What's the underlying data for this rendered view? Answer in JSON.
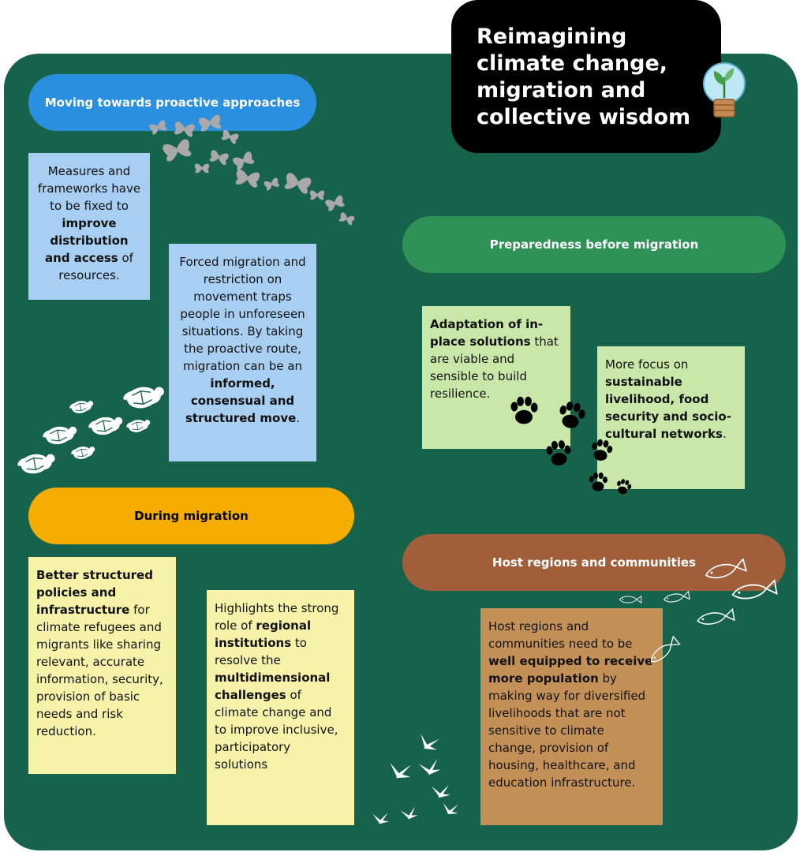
{
  "title": "Reimagining climate change,\n migration and collective wisdom",
  "colors": {
    "board": "#17624a",
    "proactive": "#2b8fe0",
    "preparedness": "#2e9256",
    "during": "#f6ad02",
    "host": "#a05f3a"
  },
  "icons": [
    "lightbulb-plant-icon",
    "butterfly-icon",
    "turtle-icon",
    "paw-print-icon",
    "fish-icon",
    "bird-icon"
  ],
  "sections": {
    "proactive": {
      "heading": "Moving towards proactive approaches",
      "note1": {
        "a": "Measures and frameworks have to be fixed to ",
        "b": "improve distribution and access",
        "c": " of resources."
      },
      "note2": {
        "a": "Forced migration and restriction on movement traps people in unforeseen situations. By taking the proactive route, migration can be an ",
        "b": "informed, consensual and structured move",
        "c": "."
      }
    },
    "preparedness": {
      "heading": "Preparedness before migration",
      "note1": {
        "b": "Adaptation of in-place solutions",
        "c": " that are viable and sensible to build resilience."
      },
      "note2": {
        "a": "More focus on ",
        "b": "sustainable livelihood, food security and socio-cultural networks",
        "c": "."
      }
    },
    "during": {
      "heading": "During migration",
      "note1": {
        "b": "Better structured policies and infrastructure",
        "c": " for climate refugees and migrants like sharing relevant, accurate information, security, provision of basic needs and risk reduction."
      },
      "note2": {
        "a": "Highlights the strong role of ",
        "b1": "regional institutions",
        "m": " to resolve the ",
        "b2": "multidimensional challenges",
        "c": " of climate change and to improve inclusive, participatory solutions"
      }
    },
    "host": {
      "heading": "Host regions and communities",
      "note1": {
        "a": " Host regions and communities need to be ",
        "b": "well equipped to receive more population",
        "c": " by making way for diversified livelihoods that are not sensitive to climate change, provision of housing, healthcare, and education infrastructure."
      }
    }
  }
}
